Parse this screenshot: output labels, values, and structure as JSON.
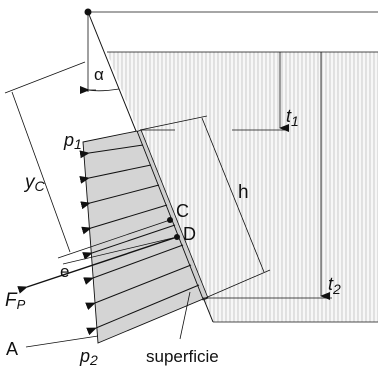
{
  "labels": {
    "alpha": "α",
    "p1": "p",
    "p1_sub": "1",
    "p2": "p",
    "p2_sub": "2",
    "yc": "y",
    "yc_sub": "C",
    "t1": "t",
    "t1_sub": "1",
    "t2": "t",
    "t2_sub": "2",
    "h": "h",
    "C": "C",
    "D": "D",
    "e": "e",
    "Fp": "F",
    "Fp_sub": "P",
    "A": "A",
    "superficie": "superficie"
  },
  "colors": {
    "line": "#111111",
    "water_hatch": "#b8b8b8",
    "wall_fill": "#e6e6e6",
    "pressure_fill": "#d4d4d4"
  }
}
